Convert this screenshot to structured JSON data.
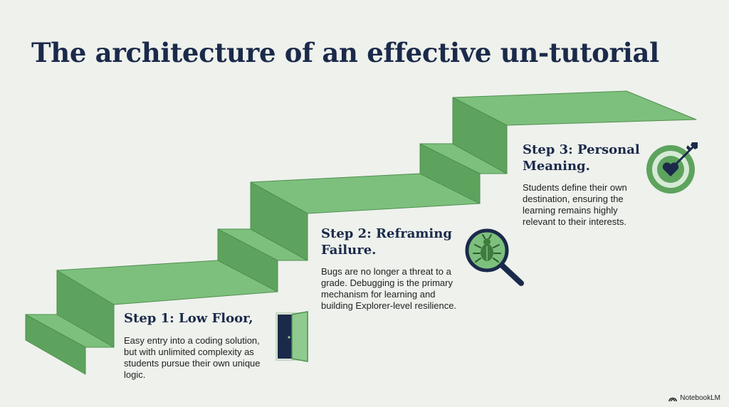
{
  "title": "The architecture of an effective un-tutorial",
  "steps": [
    {
      "title": "Step 1: Low Floor,",
      "description": "Easy entry into a coding solution, but with unlimited complexity as students pursue their own unique logic.",
      "icon": "open-door-icon"
    },
    {
      "title": "Step 2: Reframing Failure.",
      "description": "Bugs are no longer a threat to a grade. Debugging is the primary mechanism for learning and building Explorer-level resilience.",
      "icon": "bug-magnifier-icon"
    },
    {
      "title": "Step 3: Personal Meaning.",
      "description": "Students define their own destination, ensuring the learning remains highly relevant to their interests.",
      "icon": "target-heart-icon"
    }
  ],
  "brand": {
    "name": "NotebookLM"
  },
  "colors": {
    "background": "#eef1ec",
    "step_top": "#7dc07d",
    "step_riser": "#5da35d",
    "navy": "#1b2a4a"
  }
}
